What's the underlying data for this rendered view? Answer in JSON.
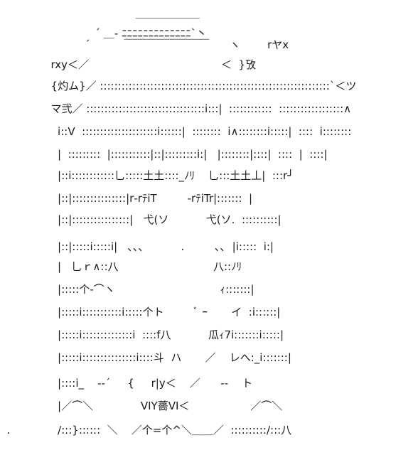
{
  "ascii_art": {
    "lines": [
      "                                        ＿＿＿＿＿＿",
      "                            ´ ＿- ﾆﾆﾆﾆﾆﾆﾆﾆﾆﾆﾆﾆﾆ`丶",
      "                         ´          ￣￣￣￣￣￣￣￣      ヽ        rヤx",
      "               rxy＜／                                       ＜  }攷",
      "               {灼ム}／ ::::::::::::::::::::::::::::::::::::::::::::::::::::::::::::::::`＜ツ",
      "               マ弐／ :::::::::::::::::::::::::::::::::i:::|  ::::::::::::  ::::::::::::::::::∧",
      "                 i::V  :::::::::::::::::::::i::::::|  ::::::::  i∧::::::::i:::::|  ::::  i::::::::",
      "                 |  :::::::::  |:::::::::::|::|:::::::::i:|   |::::::::|::::|  ::::  |  ::::|",
      "                 |::i::::::::::::乚:::::土土::::_ﾉﾘ    乚:::土土丄|  :::r┘",
      "                 |::|:::::::::::::::|r‐rﾃiT         ‐rﾃiTr|:::::::  |",
      "                 |::|::::::::::::::::|   弋(ソ           弋(ソ.  ::::::::::|",
      "                 |::|:::::i:::::i|   ､､､           .         ､､  |i:::::  i:|",
      "                 |   乚ｒ∧::八                            八::ﾉﾘ",
      "                 |:::::个‐⌒ヽ                               ｨ:::::::|",
      "                 |:::::i:::::::::::i:::::个ト         ﾞ ｰ       イ  :i::::::|",
      "                 |:::::i::::::::::::::i  ::::f八           瓜ｨ7i:::::::i:::::|",
      "                 |:::::i:::::::::::::::i::::斗  ハ       ／    レへ:_i:::::::|",
      "                 |::::i_    ‐‐´     {     r|y＜    ／      ‐‐    ト",
      "                 |／⌒＼              VIY薔VI＜                  ／⌒＼",
      "  .              /:::}::::::  ＼    ／个=个^＼＿＿／  ::::::::::/:::八"
    ]
  }
}
